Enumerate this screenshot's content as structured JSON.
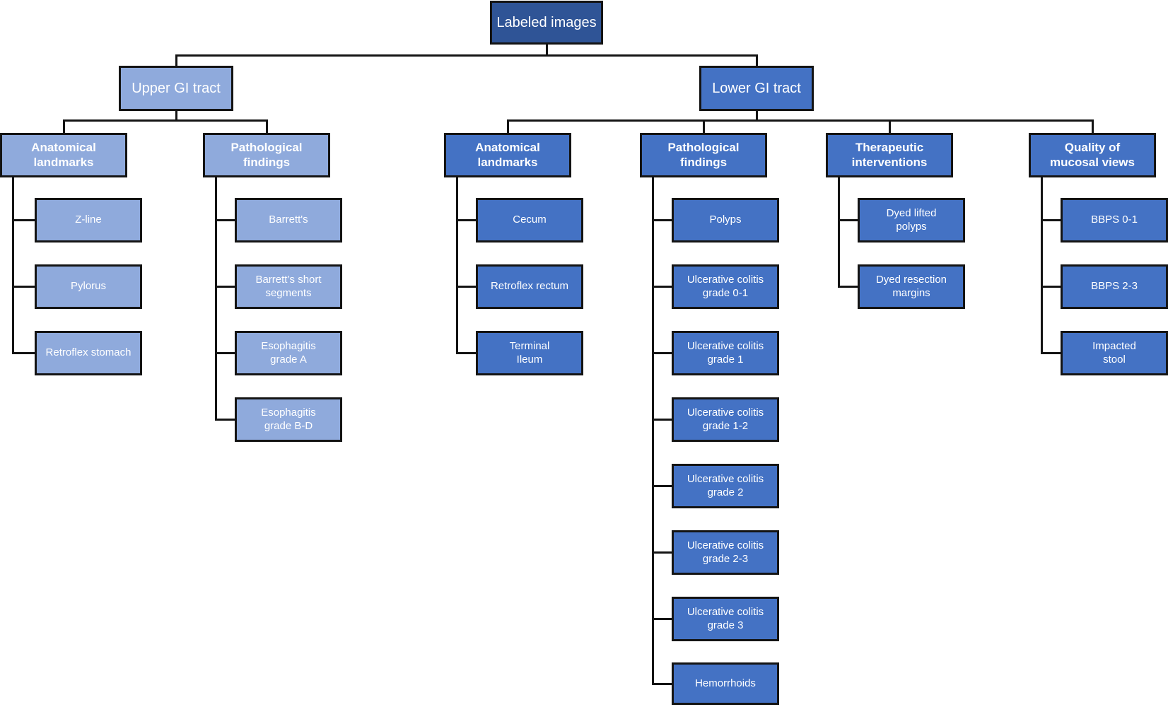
{
  "diagram": {
    "root": "Labeled images",
    "branches": [
      {
        "label": "Upper GI tract",
        "groups": [
          {
            "label": "Anatomical\nlandmarks",
            "children": [
              "Z-line",
              "Pylorus",
              "Retroflex stomach"
            ]
          },
          {
            "label": "Pathological\nfindings",
            "children": [
              "Barrett's",
              "Barrett’s short\nsegments",
              "Esophagitis\ngrade A",
              "Esophagitis\ngrade B-D"
            ]
          }
        ]
      },
      {
        "label": "Lower GI tract",
        "groups": [
          {
            "label": "Anatomical\nlandmarks",
            "children": [
              "Cecum",
              "Retroflex rectum",
              "Terminal\nIleum"
            ]
          },
          {
            "label": "Pathological\nfindings",
            "children": [
              "Polyps",
              "Ulcerative colitis\ngrade 0-1",
              "Ulcerative colitis\ngrade 1",
              "Ulcerative colitis\ngrade 1-2",
              "Ulcerative colitis\ngrade 2",
              "Ulcerative colitis\ngrade 2-3",
              "Ulcerative colitis\ngrade 3",
              "Hemorrhoids"
            ]
          },
          {
            "label": "Therapeutic\ninterventions",
            "children": [
              "Dyed lifted\npolyps",
              "Dyed resection\nmargins"
            ]
          },
          {
            "label": "Quality of\nmucosal views",
            "children": [
              "BBPS 0-1",
              "BBPS 2-3",
              "Impacted\nstool"
            ]
          }
        ]
      }
    ]
  },
  "colors": {
    "node_dark": "#2F5496",
    "node_medium": "#4472C4",
    "node_light": "#8FAADC",
    "border": "#141414",
    "connector": "#141414",
    "text": "#FFFFFF"
  }
}
